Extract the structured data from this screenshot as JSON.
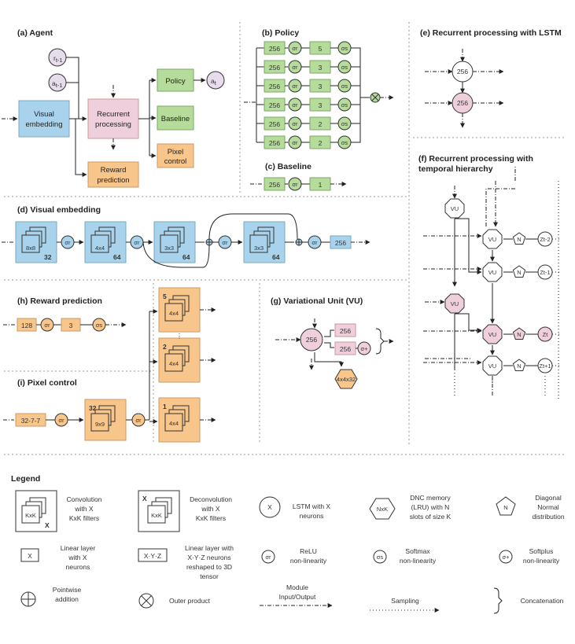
{
  "sections": {
    "agent": "(a) Agent",
    "policy": "(b) Policy",
    "baseline": "(c) Baseline",
    "visual_embedding": "(d) Visual embedding",
    "lstm": "(e) Recurrent processing with LSTM",
    "hierarchy_line1": "(f) Recurrent processing with",
    "hierarchy_line2": "temporal hierarchy",
    "variational": "(g) Variational Unit (VU)",
    "reward": "(h) Reward prediction",
    "pixel": "(i) Pixel control",
    "legend": "Legend"
  },
  "agent": {
    "r_prev": "r",
    "r_prev_sub": "t-1",
    "a_prev": "a",
    "a_prev_sub": "t-1",
    "visual_l1": "Visual",
    "visual_l2": "embedding",
    "recurrent_l1": "Recurrent",
    "recurrent_l2": "processing",
    "reward_l1": "Reward",
    "reward_l2": "prediction",
    "policy": "Policy",
    "baseline": "Baseline",
    "pixel_l1": "Pixel",
    "pixel_l2": "control",
    "action": "a",
    "action_sub": "t"
  },
  "policy": {
    "rows": [
      {
        "units": "256",
        "out": "5"
      },
      {
        "units": "256",
        "out": "3"
      },
      {
        "units": "256",
        "out": "3"
      },
      {
        "units": "256",
        "out": "3"
      },
      {
        "units": "256",
        "out": "2"
      },
      {
        "units": "256",
        "out": "2"
      }
    ],
    "relu": "σr",
    "softmax": "σs"
  },
  "baseline": {
    "units": "256",
    "out": "1",
    "relu": "σr"
  },
  "visual": {
    "conv": [
      {
        "k": "8x8",
        "n": "32"
      },
      {
        "k": "4x4",
        "n": "64"
      },
      {
        "k": "3x3",
        "n": "64"
      },
      {
        "k": "3x3",
        "n": "64"
      }
    ],
    "relu": "σr",
    "out": "256"
  },
  "lstm": {
    "top": "256",
    "bottom": "256"
  },
  "hierarchy": {
    "vu": "VU",
    "n": "N",
    "z_tm2": "Zt-2",
    "z_tm1": "Zt-1",
    "z_t": "Zt",
    "z_tp1": "Zt+1"
  },
  "variational": {
    "main": "256",
    "a": "256",
    "b": "256",
    "softplus": "σ+",
    "dnc": "4x4x32"
  },
  "reward": {
    "in": "128",
    "mid": "3",
    "relu": "σr",
    "softmax": "σs"
  },
  "pixel": {
    "in": "32-7-7",
    "relu": "σr",
    "mid_n": "32",
    "mid_k": "9x9",
    "deconv": [
      {
        "n": "5",
        "k": "4x4"
      },
      {
        "n": "2",
        "k": "4x4"
      },
      {
        "n": "1",
        "k": "4x4"
      }
    ],
    "dots": "⋮"
  },
  "legend": {
    "conv_l1": "Convolution",
    "conv_l2": "with X",
    "conv_l3": "KxK filters",
    "deconv_l1": "Deconvolution",
    "deconv_l2": "with X",
    "deconv_l3": "KxK filters",
    "lstm_l1": "LSTM with X",
    "lstm_l2": "neurons",
    "dnc_l1": "DNC memory",
    "dnc_l2": "(LRU) with N",
    "dnc_l3": "slots of size K",
    "normal_l1": "Diagonal",
    "normal_l2": "Normal",
    "normal_l3": "distribution",
    "linear_l1": "Linear layer",
    "linear_l2": "with X",
    "linear_l3": "neurons",
    "linear3d_l1": "Linear layer with",
    "linear3d_l2": "X·Y·Z neurons",
    "linear3d_l3": "reshaped to 3D",
    "linear3d_l4": "tensor",
    "relu_l1": "ReLU",
    "relu_l2": "non-linearity",
    "softmax_l1": "Softmax",
    "softmax_l2": "non-linearity",
    "softplus_l1": "Softplus",
    "softplus_l2": "non-linearity",
    "add_l1": "Pointwise",
    "add_l2": "addition",
    "outer": "Outer product",
    "io_l1": "Module",
    "io_l2": "Input/Output",
    "sampling": "Sampling",
    "concat": "Concatenation",
    "sym_x": "X",
    "sym_kxk": "KxK",
    "sym_nxk": "NxK",
    "sym_n": "N",
    "sym_xyz": "X·Y·Z",
    "sym_relu": "σr",
    "sym_softmax": "σs",
    "sym_softplus": "σ+"
  },
  "colors": {
    "blue": "#a9d3ec",
    "green": "#b5dc9b",
    "pink": "#f0cfdc",
    "orange": "#f8c58b",
    "lavender": "#e6dcec",
    "stroke": "#333333"
  }
}
